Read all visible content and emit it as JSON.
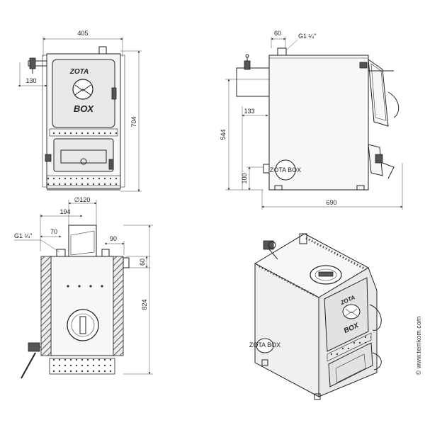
{
  "front_view": {
    "width_label": "405",
    "height_label": "704",
    "side_pipe_label": "130",
    "brand_logo": "ZOTA",
    "model_logo": "BOX"
  },
  "side_view": {
    "top_pipe_label": "60",
    "thread_label": "G1 ¼\"",
    "height_label": "544",
    "flue_label": "133",
    "return_label": "100",
    "depth_label": "690",
    "plate_label": "ZOTA BOX"
  },
  "top_view": {
    "chimney_label": "∅120",
    "offset_label": "194",
    "thread_label": "G1 ¼\"",
    "left_pipe_label": "70",
    "right_pipe_label": "90",
    "side_offset_label": "60",
    "depth_label": "824"
  },
  "iso_view": {
    "brand_logo": "ZOTA",
    "model_logo": "BOX",
    "plate_label": "ZOTA BOX"
  },
  "watermark": "© www.terrikom.com",
  "colors": {
    "line": "#222222",
    "panel": "#e9e9e9"
  }
}
